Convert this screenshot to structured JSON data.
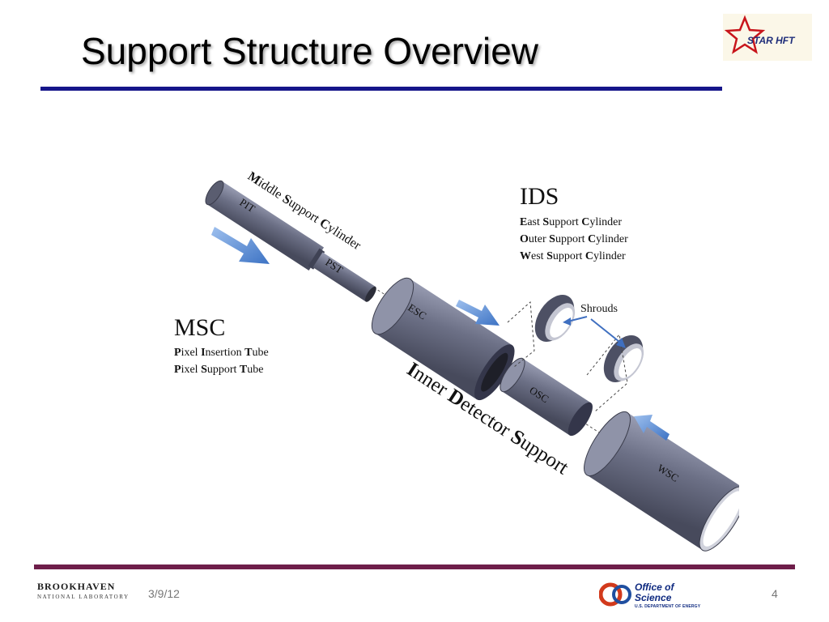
{
  "slide": {
    "title": "Support Structure Overview",
    "date": "3/9/12",
    "page_number": "4"
  },
  "logos": {
    "star_hft": "STAR HFT",
    "bnl_name": "BROOKHAVEN",
    "bnl_sub": "NATIONAL LABORATORY",
    "doe_line1": "Office of",
    "doe_line2": "Science",
    "doe_line3": "U.S. DEPARTMENT OF ENERGY"
  },
  "diagram": {
    "ids": {
      "heading": "IDS",
      "items": [
        {
          "initial": "E",
          "text": "ast ",
          "initial2": "S",
          "text2": "upport ",
          "initial3": "C",
          "text3": "ylinder"
        },
        {
          "initial": "O",
          "text": "uter ",
          "initial2": "S",
          "text2": "upport ",
          "initial3": "C",
          "text3": "ylinder"
        },
        {
          "initial": "W",
          "text": "est ",
          "initial2": "S",
          "text2": "upport ",
          "initial3": "C",
          "text3": "ylinder"
        }
      ]
    },
    "msc": {
      "heading": "MSC",
      "items": [
        {
          "initial": "P",
          "text": "ixel ",
          "initial2": "I",
          "text2": "nsertion ",
          "initial3": "T",
          "text3": "ube"
        },
        {
          "initial": "P",
          "text": "ixel ",
          "initial2": "S",
          "text2": "upport ",
          "initial3": "T",
          "text3": "ube"
        }
      ]
    },
    "labels": {
      "msc_rotated": {
        "initial": "M",
        "text": "iddle ",
        "initial2": "S",
        "text2": "upport ",
        "initial3": "C",
        "text3": "ylinder"
      },
      "ids_rotated": {
        "initial": "I",
        "text": "nner ",
        "initial2": "D",
        "text2": "etector ",
        "initial3": "S",
        "text3": "upport"
      },
      "pit": "PIT",
      "pst": "PST",
      "esc": "ESC",
      "osc": "OSC",
      "wsc": "WSC",
      "shrouds": "Shrouds"
    },
    "colors": {
      "cylinder": "#6b6f85",
      "cylinder_light": "#9094a8",
      "arrow": "#4f86cf",
      "shroud_arrow": "#3f6fc0"
    }
  }
}
